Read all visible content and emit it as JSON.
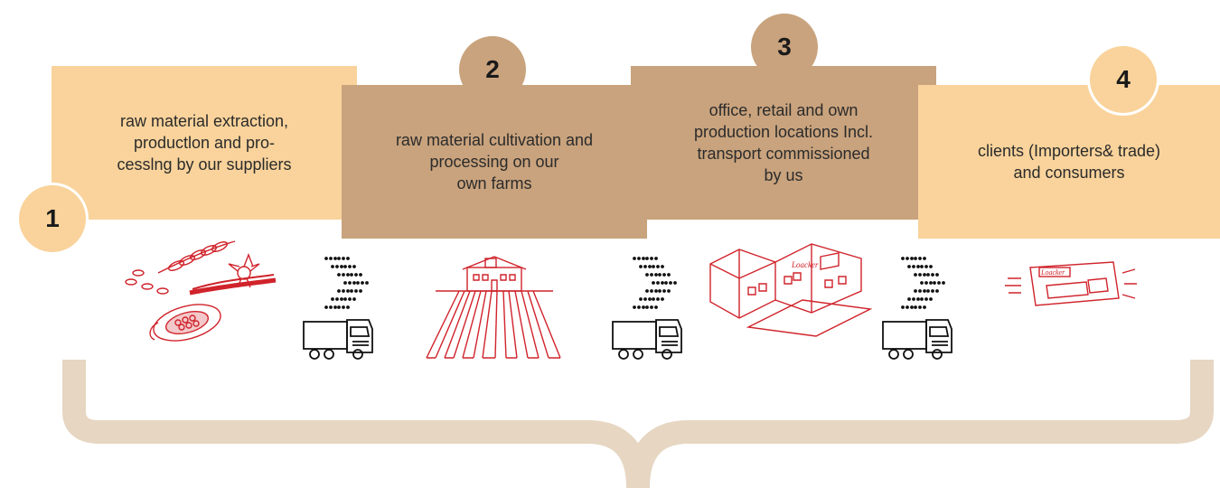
{
  "steps": [
    {
      "number": "1",
      "text_lines": [
        "raw material extraction,",
        "productlon and pro-",
        "cesslng by our suppliers"
      ]
    },
    {
      "number": "2",
      "text_lines": [
        "raw material cultivation and",
        "processing on our",
        "own farms"
      ]
    },
    {
      "number": "3",
      "text_lines": [
        "office, retail and own",
        "production locations Incl.",
        "transport commissioned",
        "by us"
      ]
    },
    {
      "number": "4",
      "text_lines": [
        "clients (Importers& trade)",
        "and consumers"
      ]
    }
  ],
  "colors": {
    "light": "#f9d39b",
    "dark": "#c9a37d",
    "brace": "#e6d6c2",
    "illustration": "#d0232b"
  },
  "icons": [
    "ingredients-illustration",
    "farm-illustration",
    "factory-illustration",
    "wafer-package-illustration",
    "truck-icon",
    "dotted-chevron-icon"
  ],
  "package_brand": "Loacker"
}
